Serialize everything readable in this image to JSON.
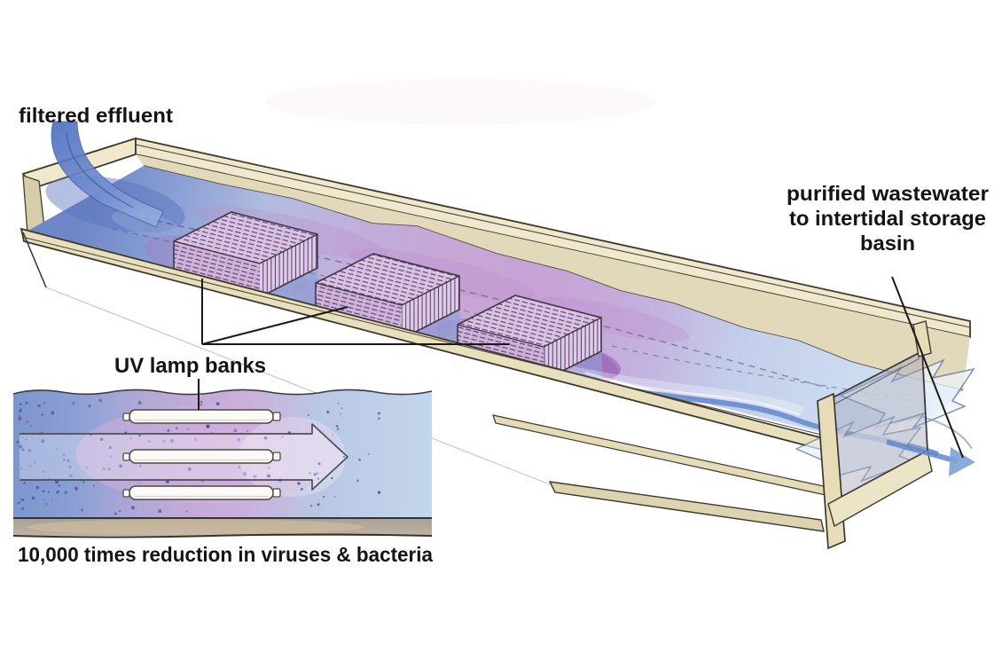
{
  "diagram": {
    "inlet_label": "filtered effluent",
    "outlet_label_lines": [
      "purified wastewater",
      "to intertidal storage",
      "basin"
    ],
    "uv_banks_label": "UV lamp banks",
    "inset_caption": "10,000 times reduction in viruses & bacteria",
    "lamp_bank_count": 3,
    "inset_lamp_tube_count": 3,
    "colors": {
      "background": "#ffffff",
      "wall_tan": "#e8dfbd",
      "wall_cream": "#efe8cc",
      "wall_outline": "#3e372e",
      "inflow_water_blue": "#6f87c8",
      "uv_glow_purple": "#c7a6d6",
      "lamp_bank_lavender": "#d0b2da",
      "hatch_purple": "#53466a",
      "outflow_water_blue": "#cbdaf0",
      "stream_blue": "#6288cc",
      "speckle_blue": "#34509e",
      "label_text": "#161412"
    }
  }
}
